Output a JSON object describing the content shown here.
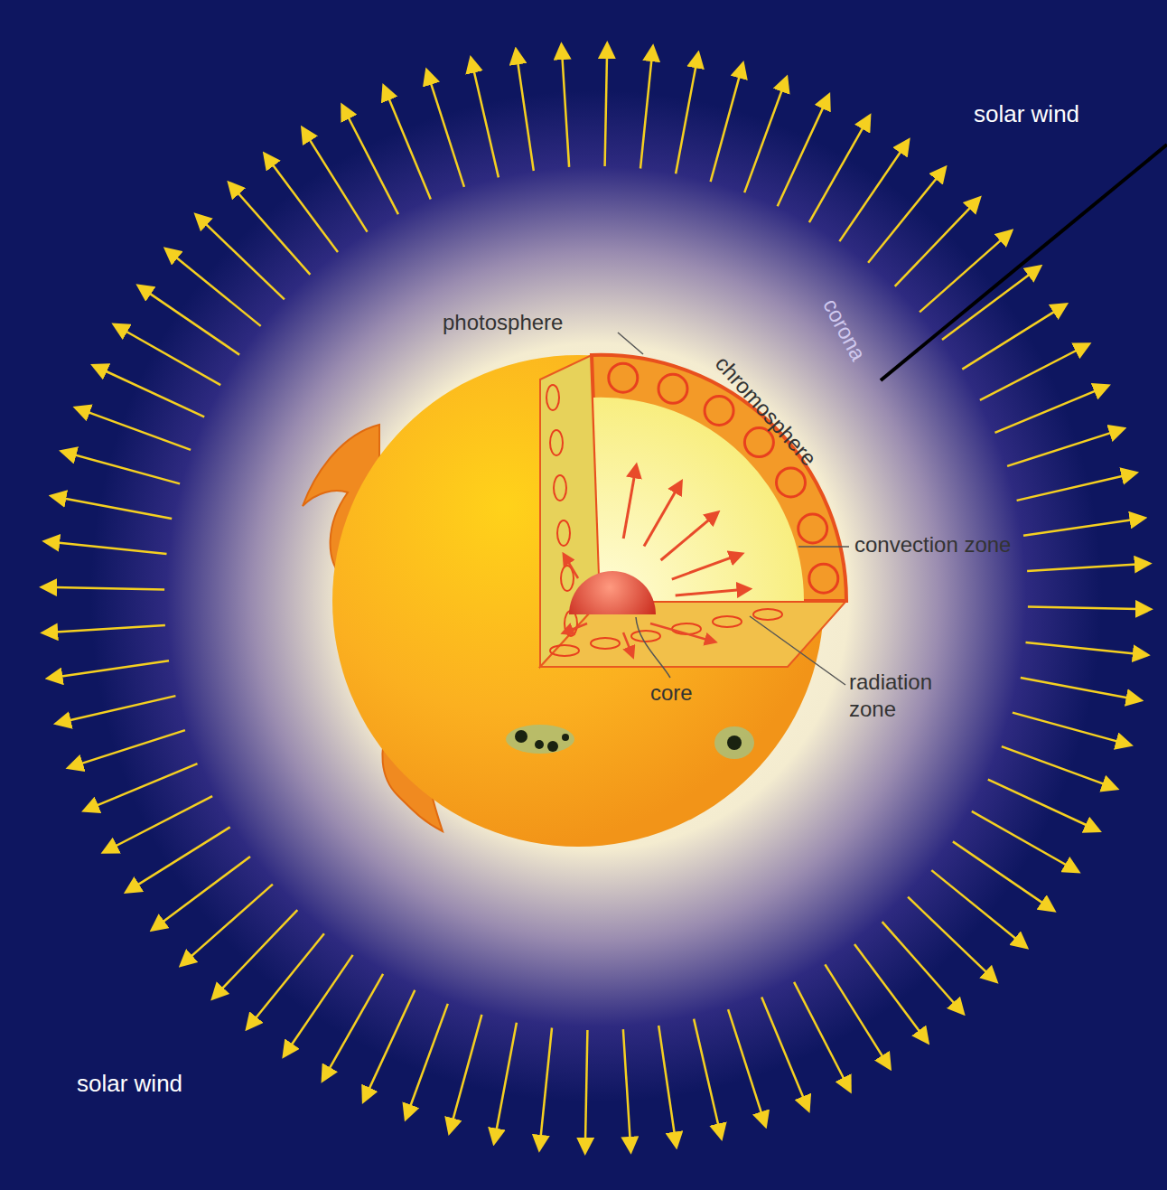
{
  "diagram": {
    "labels": [
      "solar wind",
      "photosphere",
      "corona",
      "chromosphere",
      "convection zone",
      "radiation zone",
      "core",
      "solar wind"
    ]
  }
}
